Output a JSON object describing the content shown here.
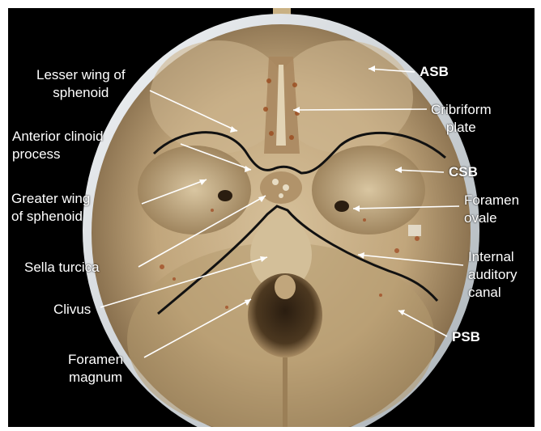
{
  "labels": {
    "lesser_wing": [
      "Lesser wing of",
      "sphenoid"
    ],
    "anterior_clinoid": [
      "Anterior clinoid",
      "process"
    ],
    "greater_wing": [
      "Greater wing",
      "of sphenoid"
    ],
    "sella_turcica": "Sella turcica",
    "clivus": "Clivus",
    "foramen_magnum": [
      "Foramen",
      "magnum"
    ],
    "asb": "ASB",
    "cribriform": [
      "Cribriform",
      "plate"
    ],
    "csb": "CSB",
    "foramen_ovale": [
      "Foramen",
      "ovale"
    ],
    "internal_auditory": [
      "Internal",
      "auditory",
      "canal"
    ],
    "psb": "PSB"
  },
  "colors": {
    "background": "#000000",
    "bone": "#c8b089",
    "bone_shadow": "#8a7050",
    "skull_rim": "#dfe3e6",
    "boundary_line": "#111111",
    "label_text": "#ffffff",
    "pointer": "#ffffff"
  }
}
